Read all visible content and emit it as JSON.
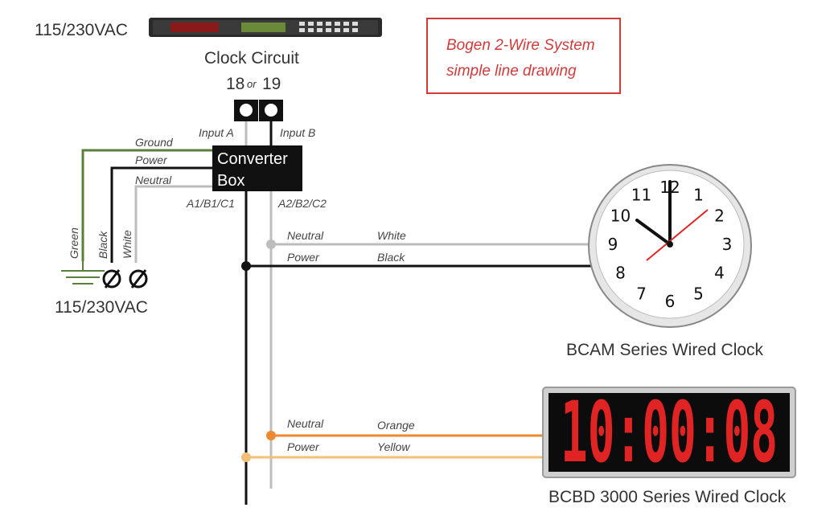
{
  "title_note": {
    "line1": "Bogen 2-Wire System",
    "line2": "simple line drawing"
  },
  "clock_circuit": {
    "voltage": "115/230VAC",
    "label": "Clock Circuit",
    "terminal_a": "18",
    "terminal_or": "or",
    "terminal_b": "19"
  },
  "inputs": {
    "a": "Input A",
    "b": "Input B"
  },
  "converter": {
    "line1": "Converter",
    "line2": "Box",
    "out_a": "A1/B1/C1",
    "out_b": "A2/B2/C2"
  },
  "supply_wires": {
    "ground": "Ground",
    "power": "Power",
    "neutral": "Neutral"
  },
  "supply_colors": {
    "green": "Green",
    "black": "Black",
    "white": "White"
  },
  "supply_voltage": "115/230VAC",
  "analog_clock": {
    "label": "BCAM Series Wired Clock",
    "neutral": "Neutral",
    "neutral_color": "White",
    "power": "Power",
    "power_color": "Black",
    "numbers": [
      "12",
      "1",
      "2",
      "3",
      "4",
      "5",
      "6",
      "7",
      "8",
      "9",
      "10",
      "11"
    ]
  },
  "digital_clock": {
    "label": "BCBD 3000 Series Wired Clock",
    "display": "10:00:08",
    "neutral": "Neutral",
    "neutral_color": "Orange",
    "power": "Power",
    "power_color": "Yellow"
  },
  "colors": {
    "green": "#5a7f3a",
    "black": "#111111",
    "white_wire": "#bdbdbd",
    "orange": "#ee8a2e",
    "yellow": "#f3bf78",
    "accent_red": "#d23a3a",
    "digit_red": "#e02424"
  }
}
